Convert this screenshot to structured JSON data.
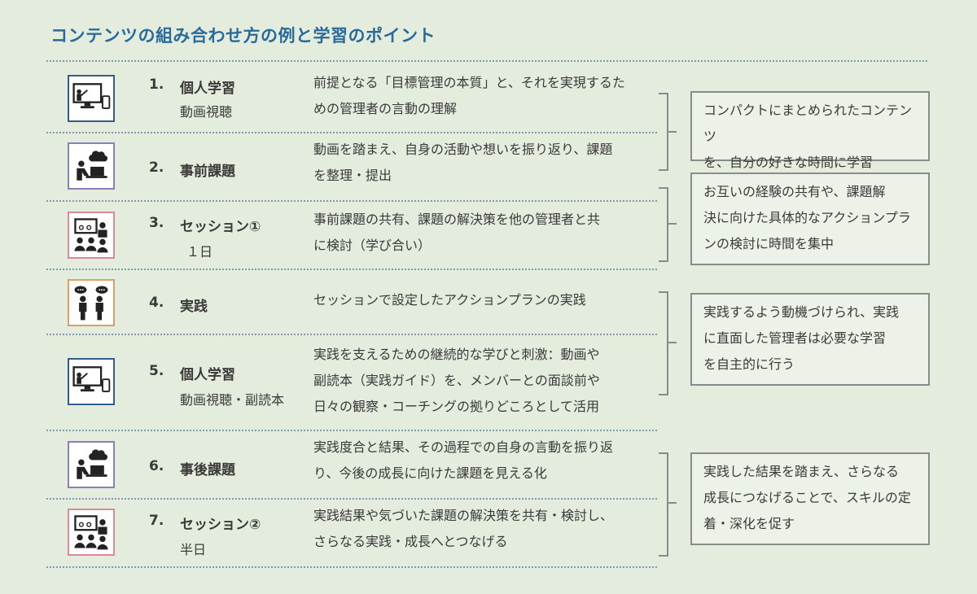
{
  "title": "コンテンツの組み合わせ方の例と学習のポイント",
  "steps": [
    {
      "num": "1.",
      "title": "個人学習",
      "sub": "動画視聴",
      "icon": "video-lesson-icon",
      "desc": [
        "前提となる「目標管理の本質」と、それを実現するた",
        "めの管理者の言動の理解"
      ]
    },
    {
      "num": "2.",
      "title": "事前課題",
      "sub": "",
      "icon": "desk-work-icon",
      "desc": [
        "動画を踏まえ、自身の活動や想いを振り返り、課題",
        "を整理・提出"
      ]
    },
    {
      "num": "3.",
      "title": "セッション①",
      "sub": "１日",
      "icon": "classroom-icon",
      "desc": [
        "事前課題の共有、課題の解決策を他の管理者と共",
        "に検討（学び合い）"
      ]
    },
    {
      "num": "4.",
      "title": "実践",
      "sub": "",
      "icon": "conversation-icon",
      "desc": [
        "セッションで設定したアクションプランの実践"
      ]
    },
    {
      "num": "5.",
      "title": "個人学習",
      "sub": "動画視聴・副読本",
      "icon": "video-lesson-icon",
      "desc": [
        "実践を支えるための継続的な学びと刺激：動画や",
        "副読本（実践ガイド）を、メンバーとの面談前や",
        "日々の観察・コーチングの拠りどころとして活用"
      ]
    },
    {
      "num": "6.",
      "title": "事後課題",
      "sub": "",
      "icon": "desk-work-icon",
      "desc": [
        "実践度合と結果、その過程での自身の言動を振り返",
        "り、今後の成長に向けた課題を見える化"
      ]
    },
    {
      "num": "7.",
      "title": "セッション②",
      "sub": "半日",
      "icon": "classroom-icon",
      "desc": [
        "実践結果や気づいた課題の解決策を共有・検討し、",
        "さらなる実践・成長へとつなげる"
      ]
    }
  ],
  "points": [
    {
      "lines": [
        "コンパクトにまとめられたコンテンツ",
        "を、自分の好きな時間に学習"
      ]
    },
    {
      "lines": [
        "お互いの経験の共有や、課題解",
        "決に向けた具体的なアクションプラ",
        "ンの検討に時間を集中"
      ]
    },
    {
      "lines": [
        "実践するよう動機づけられ、実践",
        "に直面した管理者は必要な学習",
        "を自主的に行う"
      ]
    },
    {
      "lines": [
        "実践した結果を踏まえ、さらなる",
        "成長につなげることで、スキルの定",
        "着・深化を促す"
      ]
    }
  ],
  "colors": {
    "title": "#2a6a9a",
    "icon_borders": [
      "#2f5f8f",
      "#8a7fb8",
      "#d98a9a",
      "#d9a06a",
      "#2f5f8f",
      "#8a7fb8",
      "#d98a9a"
    ]
  }
}
